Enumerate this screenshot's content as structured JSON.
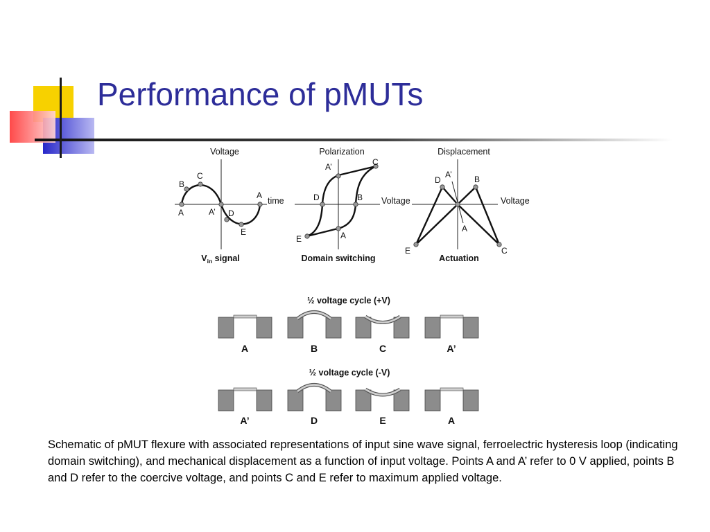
{
  "slide": {
    "title": "Performance of pMUTs",
    "accent_colors": {
      "title": "#2d2d99",
      "yellow": "#f7d100",
      "blue": "#2727c9",
      "red": "#ff3a3a",
      "rule": "#1a1a1a"
    }
  },
  "graphs": {
    "vin": {
      "y_axis_label": "Voltage",
      "x_axis_label": "time",
      "caption_main": "V",
      "caption_sub": "in",
      "caption_tail": " signal",
      "points": [
        "A",
        "B",
        "C",
        "A’",
        "D",
        "E",
        "A"
      ]
    },
    "polarization": {
      "y_axis_label": "Polarization",
      "x_axis_label": "Voltage",
      "caption": "Domain switching",
      "points": [
        "A’",
        "C",
        "D",
        "B",
        "E",
        "A"
      ]
    },
    "displacement": {
      "y_axis_label": "Displacement",
      "x_axis_label": "Voltage",
      "caption": "Actuation",
      "points": [
        "D",
        "A’",
        "B",
        "A",
        "E",
        "C"
      ]
    }
  },
  "membranes": {
    "positive_cycle": {
      "title": "½ voltage cycle (+V)",
      "states": [
        "A",
        "B",
        "C",
        "A’"
      ]
    },
    "negative_cycle": {
      "title": "½ voltage cycle (-V)",
      "states": [
        "A’",
        "D",
        "E",
        "A"
      ]
    }
  },
  "caption": "Schematic of pMUT flexure with associated representations of input sine wave signal, ferroelectric hysteresis loop (indicating domain switching), and mechanical displacement as a function of input voltage. Points A and A’ refer to 0 V applied, points B and D refer to the coercive voltage, and points C and E refer to maximum applied voltage."
}
